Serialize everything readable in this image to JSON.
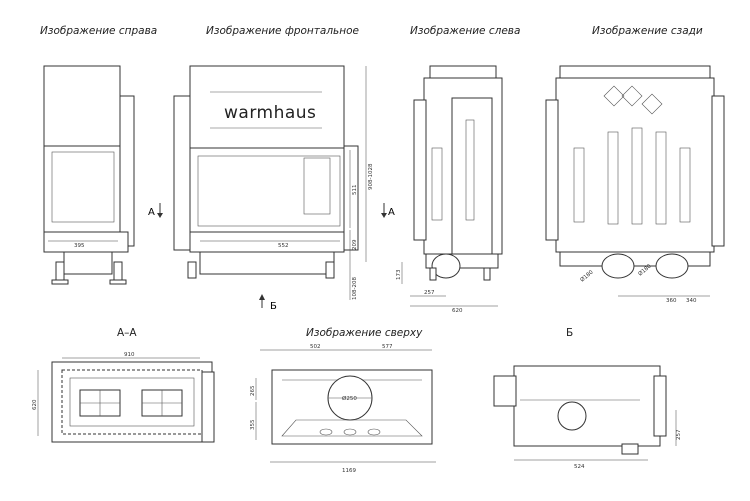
{
  "views": {
    "right": {
      "title": "Изображение справа",
      "dim_width": "395"
    },
    "front": {
      "title": "Изображение фронтальное",
      "brand": "warmhaus",
      "dim_width": "552",
      "dim_h1": "511",
      "dim_h2": "209",
      "dim_total": "908-1028",
      "dim_legs": "108-208"
    },
    "left": {
      "title": "Изображение слева",
      "dim_a": "257",
      "dim_b": "620",
      "dim_c": "173"
    },
    "back": {
      "title": "Изображение сзади",
      "dim_a": "360",
      "dim_b": "340",
      "dim_circle_l": "Ø180",
      "dim_circle_r": "Ø180"
    },
    "section": {
      "title": "А–А",
      "dim_width": "910",
      "dim_depth": "620"
    },
    "top": {
      "title": "Изображение сверху",
      "dim_a": "502",
      "dim_b": "577",
      "dim_c": "265",
      "dim_d": "355",
      "dim_total": "1169",
      "dim_circle": "Ø250"
    },
    "bottom": {
      "title": "Б",
      "dim_a": "524",
      "dim_b": "257"
    }
  },
  "markers": {
    "section_a_left": "А",
    "section_a_right": "А",
    "arrow_b": "Б"
  }
}
